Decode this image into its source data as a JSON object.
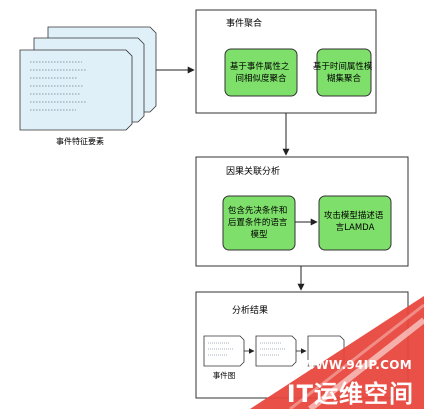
{
  "source_doc": {
    "caption": "事件特征要素"
  },
  "stage1": {
    "title": "事件聚合",
    "box1": [
      "基于事件属性之",
      "间相似度聚合"
    ],
    "box2": [
      "基于时间属性模",
      "糊集聚合"
    ]
  },
  "stage2": {
    "title": "因果关联分析",
    "box1": [
      "包含先决条件和",
      "后置条件的语言",
      "模型"
    ],
    "box2": [
      "攻击模型描述语",
      "言LAMDA"
    ]
  },
  "stage3": {
    "title": "分析结果",
    "graph_caption": "事件图"
  },
  "watermark": {
    "url": "WWW.94IP.COM",
    "name": "IT运维空间"
  },
  "colors": {
    "green_fill": "#7ee06a",
    "page_fill": "#e0f0f8",
    "watermark": "#e8453c"
  }
}
